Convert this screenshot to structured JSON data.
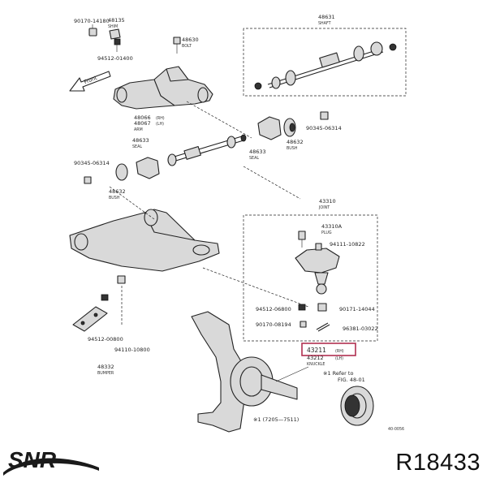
{
  "brand": {
    "name": "SNR",
    "color": "#1a1a1a"
  },
  "part_number": "R18433",
  "highlight_color": "#b03050",
  "labels": {
    "p90170": "90170-14180",
    "p48135": "48135",
    "p48135s": "SHIM",
    "p48630": "48630",
    "p48630s": "BOLT",
    "p94512a": "94512-01400",
    "front": "Front",
    "p48631": "48631",
    "p48631s": "SHAFT",
    "p48066": "48066",
    "p48066s": "(RH)",
    "p48067": "48067",
    "p48067s": "(LH)",
    "arm": "ARM",
    "p90345a": "90345-06314",
    "p48633a": "48633",
    "p48633as": "SEAL",
    "p48632": "48632",
    "p48632s": "BUSH",
    "p48633b": "48633",
    "p48633bs": "SEAL",
    "p90345b": "90345-06314",
    "p48632b": "48632",
    "p48632bs": "BUSH",
    "p43310": "43310",
    "p43310s": "JOINT",
    "p43310a": "43310A",
    "p43310as": "PLUG",
    "p94111": "94111-10822",
    "p94512b": "94512-06800",
    "p90171": "90171-14044",
    "p90170b": "90170-08194",
    "p96381": "96381-03022",
    "p94512c": "94512-00800",
    "p94110": "94110-10800",
    "p48332": "48332",
    "p48332s": "BUMPER",
    "p43211": "43211",
    "p43211s": "(RH)",
    "p43212": "43212",
    "p43212s": "(LH)",
    "knuckle": "KNUCKLE",
    "refer": "※1 Refer to",
    "fig": "FIG. 48-01",
    "range": "※1 (7205—7511)",
    "code": "40-0056"
  }
}
